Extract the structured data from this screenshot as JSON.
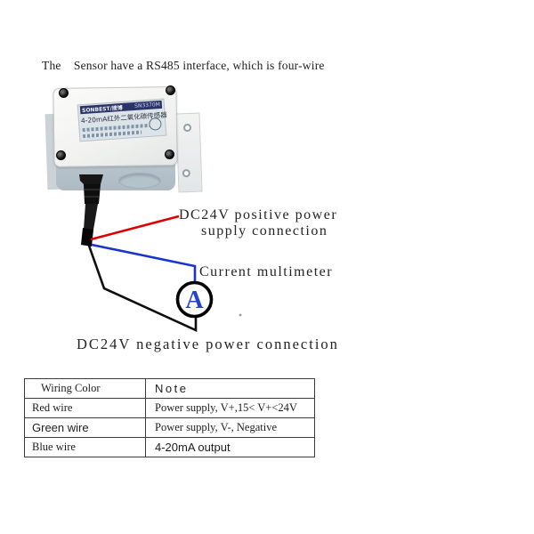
{
  "title": "The    Sensor have a RS485 interface, which is four-wire",
  "device": {
    "label": {
      "brand": "SONBEST/搜博",
      "model": "SN3370M",
      "product": "4-20mA红外二氧化碳传感器"
    }
  },
  "diagram": {
    "positive_label": {
      "line1": "DC24V positive power",
      "line2": "supply connection"
    },
    "multimeter_label": "Current multimeter",
    "negative_label": "DC24V negative power connection",
    "ammeter_symbol": "A"
  },
  "colors": {
    "red_wire": "#dd0000",
    "blue_wire": "#1734cd",
    "black_wire": "#0d0d0d",
    "ammeter_letter": "#2543cd"
  },
  "table": {
    "headers": [
      "Wiring Color",
      "Note"
    ],
    "rows": [
      {
        "color": "Red wire",
        "note": "Power supply, V+,15< V+<24V"
      },
      {
        "color": "Green wire",
        "note": "Power supply, V-, Negative"
      },
      {
        "color": "Blue wire",
        "note": "4-20mA output"
      }
    ]
  }
}
